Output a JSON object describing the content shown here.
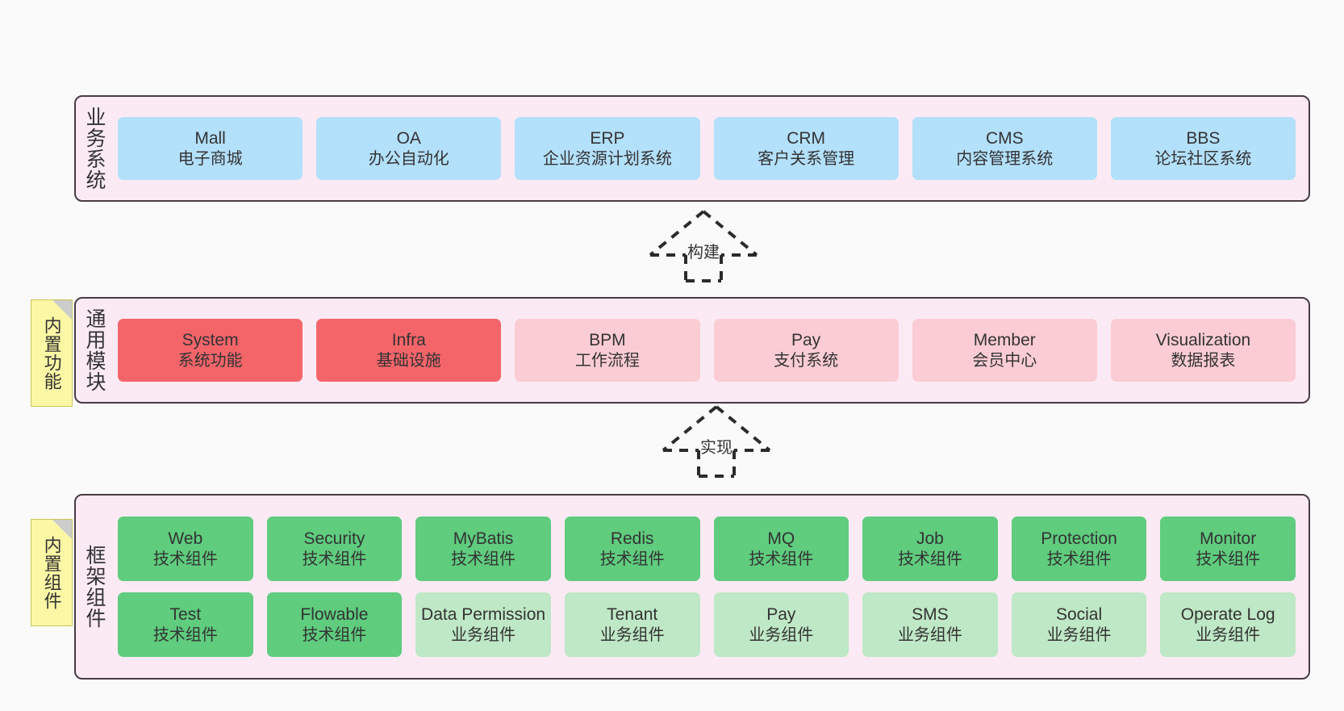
{
  "diagram": {
    "title_visible": false,
    "background": "#fafafa",
    "panel_bg": "#fbeaf4",
    "panel_border": "#4a3b44"
  },
  "layers": [
    {
      "id": "business",
      "title": "业务系统",
      "rows": [
        {
          "cells": [
            {
              "name": "Mall",
              "sub": "电子商城",
              "color": "#b3e0fb",
              "variant": "c-blue"
            },
            {
              "name": "OA",
              "sub": "办公自动化",
              "color": "#b3e0fb",
              "variant": "c-blue"
            },
            {
              "name": "ERP",
              "sub": "企业资源计划系统",
              "color": "#b3e0fb",
              "variant": "c-blue"
            },
            {
              "name": "CRM",
              "sub": "客户关系管理",
              "color": "#b3e0fb",
              "variant": "c-blue"
            },
            {
              "name": "CMS",
              "sub": "内容管理系统",
              "color": "#b3e0fb",
              "variant": "c-blue"
            },
            {
              "name": "BBS",
              "sub": "论坛社区系统",
              "color": "#b3e0fb",
              "variant": "c-blue"
            }
          ]
        }
      ]
    },
    {
      "id": "modules",
      "title": "通用模块",
      "note": "内置功能",
      "rows": [
        {
          "cells": [
            {
              "name": "System",
              "sub": "系统功能",
              "color": "#f4656a",
              "variant": "c-red"
            },
            {
              "name": "Infra",
              "sub": "基础设施",
              "color": "#f4656a",
              "variant": "c-red"
            },
            {
              "name": "BPM",
              "sub": "工作流程",
              "color": "#fbccd4",
              "variant": "c-pink"
            },
            {
              "name": "Pay",
              "sub": "支付系统",
              "color": "#fbccd4",
              "variant": "c-pink"
            },
            {
              "name": "Member",
              "sub": "会员中心",
              "color": "#fbccd4",
              "variant": "c-pink"
            },
            {
              "name": "Visualization",
              "sub": "数据报表",
              "color": "#fbccd4",
              "variant": "c-pink"
            }
          ]
        }
      ]
    },
    {
      "id": "framework",
      "title": "框架组件",
      "note": "内置组件",
      "rows": [
        {
          "cells": [
            {
              "name": "Web",
              "sub": "技术组件",
              "color": "#5fcc7e",
              "variant": "c-green"
            },
            {
              "name": "Security",
              "sub": "技术组件",
              "color": "#5fcc7e",
              "variant": "c-green"
            },
            {
              "name": "MyBatis",
              "sub": "技术组件",
              "color": "#5fcc7e",
              "variant": "c-green"
            },
            {
              "name": "Redis",
              "sub": "技术组件",
              "color": "#5fcc7e",
              "variant": "c-green"
            },
            {
              "name": "MQ",
              "sub": "技术组件",
              "color": "#5fcc7e",
              "variant": "c-green"
            },
            {
              "name": "Job",
              "sub": "技术组件",
              "color": "#5fcc7e",
              "variant": "c-green"
            },
            {
              "name": "Protection",
              "sub": "技术组件",
              "color": "#5fcc7e",
              "variant": "c-green"
            },
            {
              "name": "Monitor",
              "sub": "技术组件",
              "color": "#5fcc7e",
              "variant": "c-green"
            }
          ]
        },
        {
          "cells": [
            {
              "name": "Test",
              "sub": "技术组件",
              "color": "#5fcc7e",
              "variant": "c-green"
            },
            {
              "name": "Flowable",
              "sub": "技术组件",
              "color": "#5fcc7e",
              "variant": "c-green"
            },
            {
              "name": "Data Permission",
              "sub": "业务组件",
              "color": "#bfe8c6",
              "variant": "c-green-light"
            },
            {
              "name": "Tenant",
              "sub": "业务组件",
              "color": "#bfe8c6",
              "variant": "c-green-light"
            },
            {
              "name": "Pay",
              "sub": "业务组件",
              "color": "#bfe8c6",
              "variant": "c-green-light"
            },
            {
              "name": "SMS",
              "sub": "业务组件",
              "color": "#bfe8c6",
              "variant": "c-green-light"
            },
            {
              "name": "Social",
              "sub": "业务组件",
              "color": "#bfe8c6",
              "variant": "c-green-light"
            },
            {
              "name": "Operate Log",
              "sub": "业务组件",
              "color": "#bfe8c6",
              "variant": "c-green-light"
            }
          ]
        }
      ]
    }
  ],
  "connectors": [
    {
      "id": "build",
      "label": "构建",
      "from": "modules",
      "to": "business",
      "style": "dashed-generalization"
    },
    {
      "id": "impl",
      "label": "实现",
      "from": "framework",
      "to": "modules",
      "style": "dashed-generalization"
    }
  ],
  "notes": [
    {
      "id": "functions",
      "label": "内置功能",
      "color": "#fbf7a5"
    },
    {
      "id": "components",
      "label": "内置组件",
      "color": "#fbf7a5"
    }
  ]
}
